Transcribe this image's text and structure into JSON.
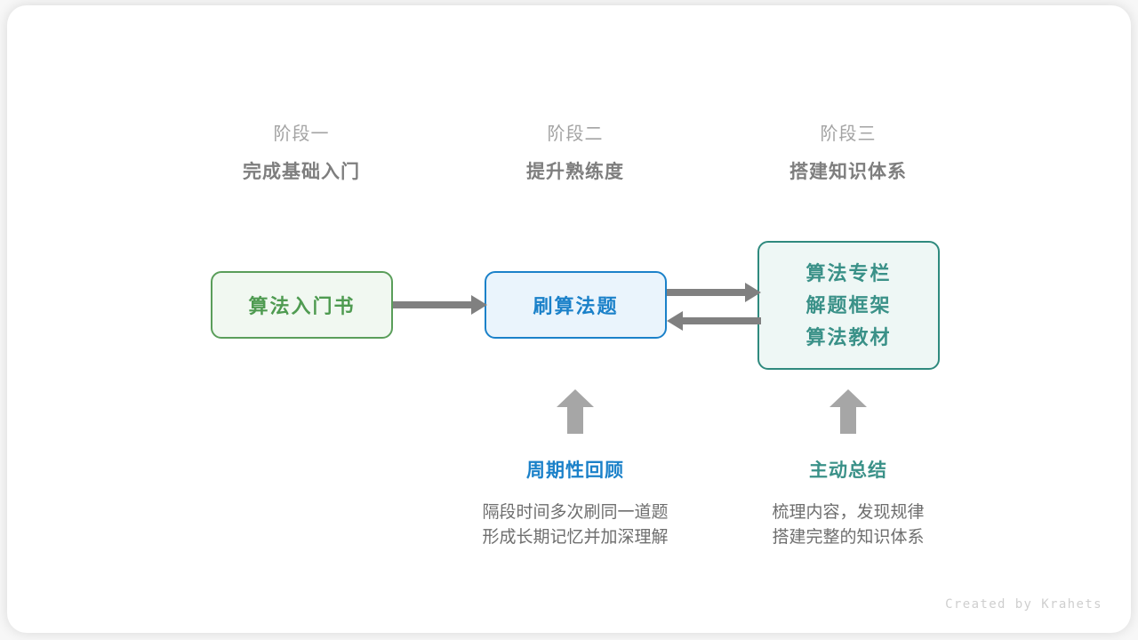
{
  "footer": {
    "credit": "Created by Krahets"
  },
  "colors": {
    "green_border": "#5a9e5a",
    "green_fill": "#f1f8f1",
    "green_text": "#4f9b51",
    "blue_border": "#1b81c9",
    "blue_fill": "#eaf4fc",
    "blue_text": "#1b81c9",
    "teal_border": "#2f8a7e",
    "teal_fill": "#eef7f5",
    "teal_text": "#3a9188",
    "arrow_gray": "#808080",
    "label_gray": "#a3a3a3",
    "title_gray": "#7e7e7e",
    "desc_gray": "#6e6e6e",
    "footer_gray": "#cfcfcf",
    "canvas_bg": "#ffffff"
  },
  "stages": [
    {
      "sub": "阶段一",
      "title": "完成基础入门"
    },
    {
      "sub": "阶段二",
      "title": "提升熟练度"
    },
    {
      "sub": "阶段三",
      "title": "搭建知识体系"
    }
  ],
  "nodes": {
    "book": {
      "label": "算法入门书"
    },
    "practice": {
      "label": "刷算法题"
    },
    "resources": {
      "line1": "算法专栏",
      "line2": "解题框架",
      "line3": "算法教材"
    }
  },
  "notes": [
    {
      "title": "周期性回顾",
      "desc_line1": "隔段时间多次刷同一道题",
      "desc_line2": "形成长期记忆并加深理解"
    },
    {
      "title": "主动总结",
      "desc_line1": "梳理内容，发现规律",
      "desc_line2": "搭建完整的知识体系"
    }
  ],
  "arrows": {
    "book_to_practice": "arrow-right-icon",
    "practice_to_resources": "arrow-right-icon",
    "resources_to_practice": "arrow-left-icon",
    "review_up": "arrow-up-icon",
    "summary_up": "arrow-up-icon"
  }
}
